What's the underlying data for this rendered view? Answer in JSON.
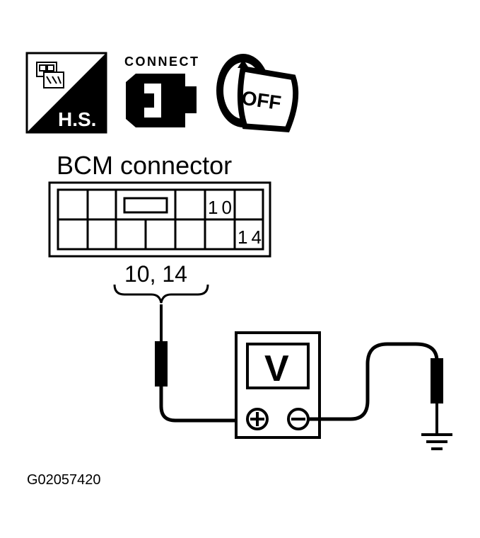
{
  "icons": {
    "hs_label": "H.S.",
    "connect_label": "CONNECT",
    "key_label": "OFF"
  },
  "connector": {
    "title": "BCM connector",
    "pin_top": "10",
    "pin_bottom": "14",
    "probe_label": "10, 14"
  },
  "meter": {
    "display": "V",
    "plus_icon": "plus-terminal-icon",
    "minus_icon": "minus-terminal-icon"
  },
  "figure_id": "G02057420"
}
